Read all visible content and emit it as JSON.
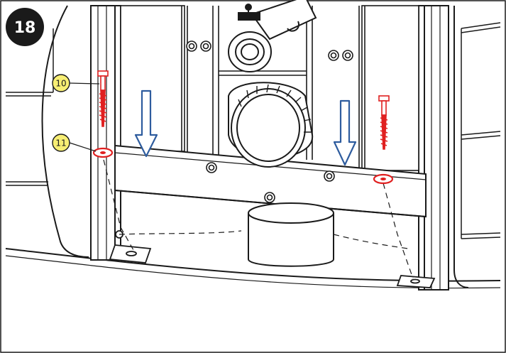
{
  "step": {
    "number": "18"
  },
  "callouts": [
    {
      "id": "screw",
      "label": "10"
    },
    {
      "id": "washer",
      "label": "11"
    }
  ],
  "colors": {
    "line": "#1a1a1a",
    "arrow": "#2e5c9e",
    "fastener": "#e02020",
    "callout_fill": "#f7ee74",
    "badge": "#1a1a1a",
    "background": "#ffffff"
  },
  "icons": [
    "down-arrow-icon",
    "down-arrow-icon",
    "screw-icon",
    "screw-icon",
    "washer-icon",
    "washer-icon"
  ]
}
